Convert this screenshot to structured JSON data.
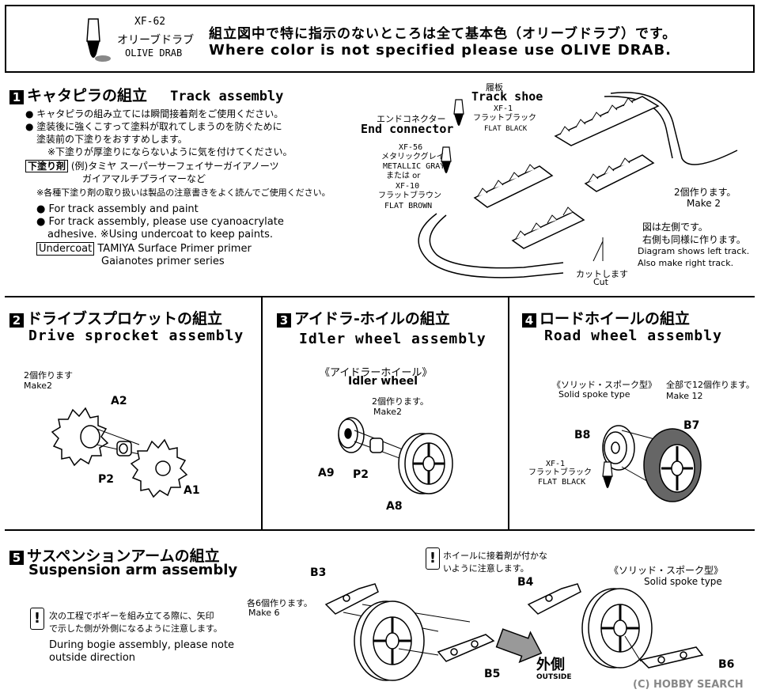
{
  "header": {
    "paint_code": "XF-62",
    "paint_name_jp": "オリーブドラブ",
    "paint_name_en": "OLIVE DRAB",
    "note_jp": "組立図中で特に指示のないところは全て基本色（オリーブドラブ）です。",
    "note_en": "Where color is not specified please use OLIVE DRAB."
  },
  "section1": {
    "num": "1",
    "title_jp": "キャタピラの組立",
    "title_en": "Track assembly",
    "bullets_jp": [
      "キャタピラの組み立てには瞬間接着剤をご使用ください。",
      "塗装後に強くこすって塗料が取れてしまうのを防ぐために",
      "塗装前の下塗りをおすすめします。",
      "※下塗りが厚塗りにならないように気を付けてください。"
    ],
    "primer_label_jp": "下塗り剤",
    "primer_line1_jp": "(例)タミヤ スーパーサーフェイサーガイアノーツ",
    "primer_line2_jp": "ガイアマルチプライマーなど",
    "caution_jp": "※各種下塗り剤の取り扱いは製品の注意書きをよく読んでご使用ください。",
    "bullets_en": [
      "For track assembly and paint",
      "For track assembly, please use cyanoacrylate",
      "adhesive. ※Using undercoat to keep paints."
    ],
    "undercoat_label": "Undercoat",
    "undercoat_line1": "TAMIYA Surface Primer primer",
    "undercoat_line2": "Gaianotes primer series",
    "track_shoe_jp": "履板",
    "track_shoe_en": "Track shoe",
    "ts_paint_code": "XF-1",
    "ts_paint_jp": "フラットブラック",
    "ts_paint_en": "FLAT BLACK",
    "end_conn_jp": "エンドコネクター",
    "end_conn_en": "End connector",
    "ec_paint_code1": "XF-56",
    "ec_paint_jp1": "メタリックグレイ",
    "ec_paint_en1": "METALLIC GRAY",
    "ec_or": "または  or",
    "ec_paint_code2": "XF-10",
    "ec_paint_jp2": "フラットブラウン",
    "ec_paint_en2": "FLAT BROWN",
    "make_jp": "2個作ります。",
    "make_en": "Make 2",
    "diagram_jp1": "図は左側です。",
    "diagram_jp2": "右側も同様に作ります。",
    "diagram_en1": "Diagram shows left track.",
    "diagram_en2": "Also make right track.",
    "cut_jp": "カットします",
    "cut_en": "Cut"
  },
  "section2": {
    "num": "2",
    "title_jp": "ドライブスプロケットの組立",
    "title_en": "Drive sprocket assembly",
    "make_jp": "2個作ります",
    "make_en": "Make2",
    "parts": [
      "A2",
      "P2",
      "A1"
    ]
  },
  "section3": {
    "num": "3",
    "title_jp": "アイドラ-ホイルの組立",
    "title_en": "Idler wheel assembly",
    "sub_jp": "《アイドラーホイール》",
    "sub_en": "Idler wheel",
    "make_jp": "2個作ります。",
    "make_en": "Make2",
    "parts": [
      "A9",
      "P2",
      "A8"
    ]
  },
  "section4": {
    "num": "4",
    "title_jp": "ロードホイールの組立",
    "title_en": "Road wheel assembly",
    "sub_jp": "《ソリッド・スポーク型》",
    "sub_en": "Solid spoke type",
    "make_jp": "全部で12個作ります。",
    "make_en": "Make 12",
    "paint_code": "XF-1",
    "paint_jp": "フラットブラック",
    "paint_en": "FLAT BLACK",
    "parts": [
      "B8",
      "B7"
    ]
  },
  "section5": {
    "num": "5",
    "title_jp": "サスペンションアームの組立",
    "title_en": "Suspension arm assembly",
    "note_jp1": "次の工程でボギーを組み立てる際に、矢印",
    "note_jp2": "で示した側が外側になるように注意します。",
    "note_en1": "During bogie assembly, please note",
    "note_en2": "outside direction",
    "make_jp": "各6個作ります。",
    "make_en": "Make 6",
    "glue_jp1": "ホイールに接着剤が付かな",
    "glue_jp2": "いように注意します。",
    "sub_jp": "《ソリッド・スポーク型》",
    "sub_en": "Solid spoke type",
    "outside_jp": "外側",
    "outside_en": "OUTSIDE",
    "parts": [
      "B3",
      "B5",
      "B4",
      "B6"
    ]
  },
  "watermark": "HOBBY SEARCH",
  "watermark_copy": "(C)"
}
